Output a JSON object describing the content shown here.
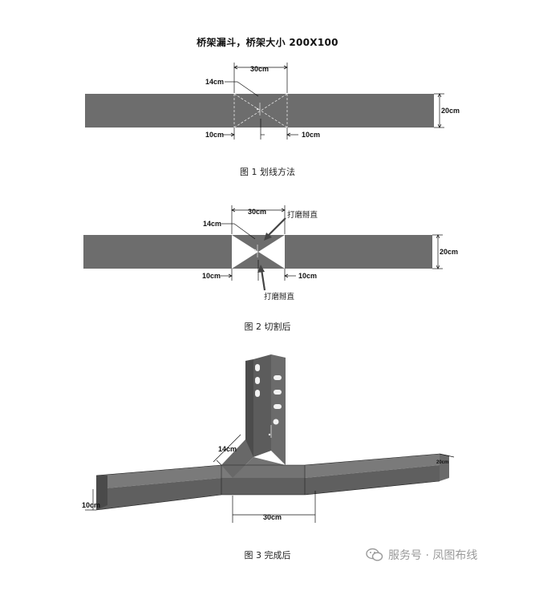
{
  "title": "桥架漏斗，桥架大小 200X100",
  "figure1": {
    "caption": "图 1  划线方法",
    "dims": {
      "top": "30cm",
      "left": "14cm",
      "right": "20cm",
      "bottom_left": "10cm",
      "bottom_right": "10cm"
    }
  },
  "figure2": {
    "caption": "图 2  切割后",
    "dims": {
      "top": "30cm",
      "left": "14cm",
      "right": "20cm",
      "bottom_left": "10cm",
      "bottom_right": "10cm"
    },
    "notes": {
      "upper": "打磨掰直",
      "lower": "打磨掰直"
    }
  },
  "figure3": {
    "caption": "图 3  完成后",
    "dims": {
      "branch": "14cm",
      "height": "10cm",
      "bottom": "30cm",
      "right": "20cm"
    }
  },
  "watermark": {
    "text": "服务号 · 凤图布线"
  },
  "colors": {
    "tray": "#6d6d6d",
    "tray_dark": "#555555",
    "tray_light": "#7b7b7b",
    "line": "#111111"
  }
}
